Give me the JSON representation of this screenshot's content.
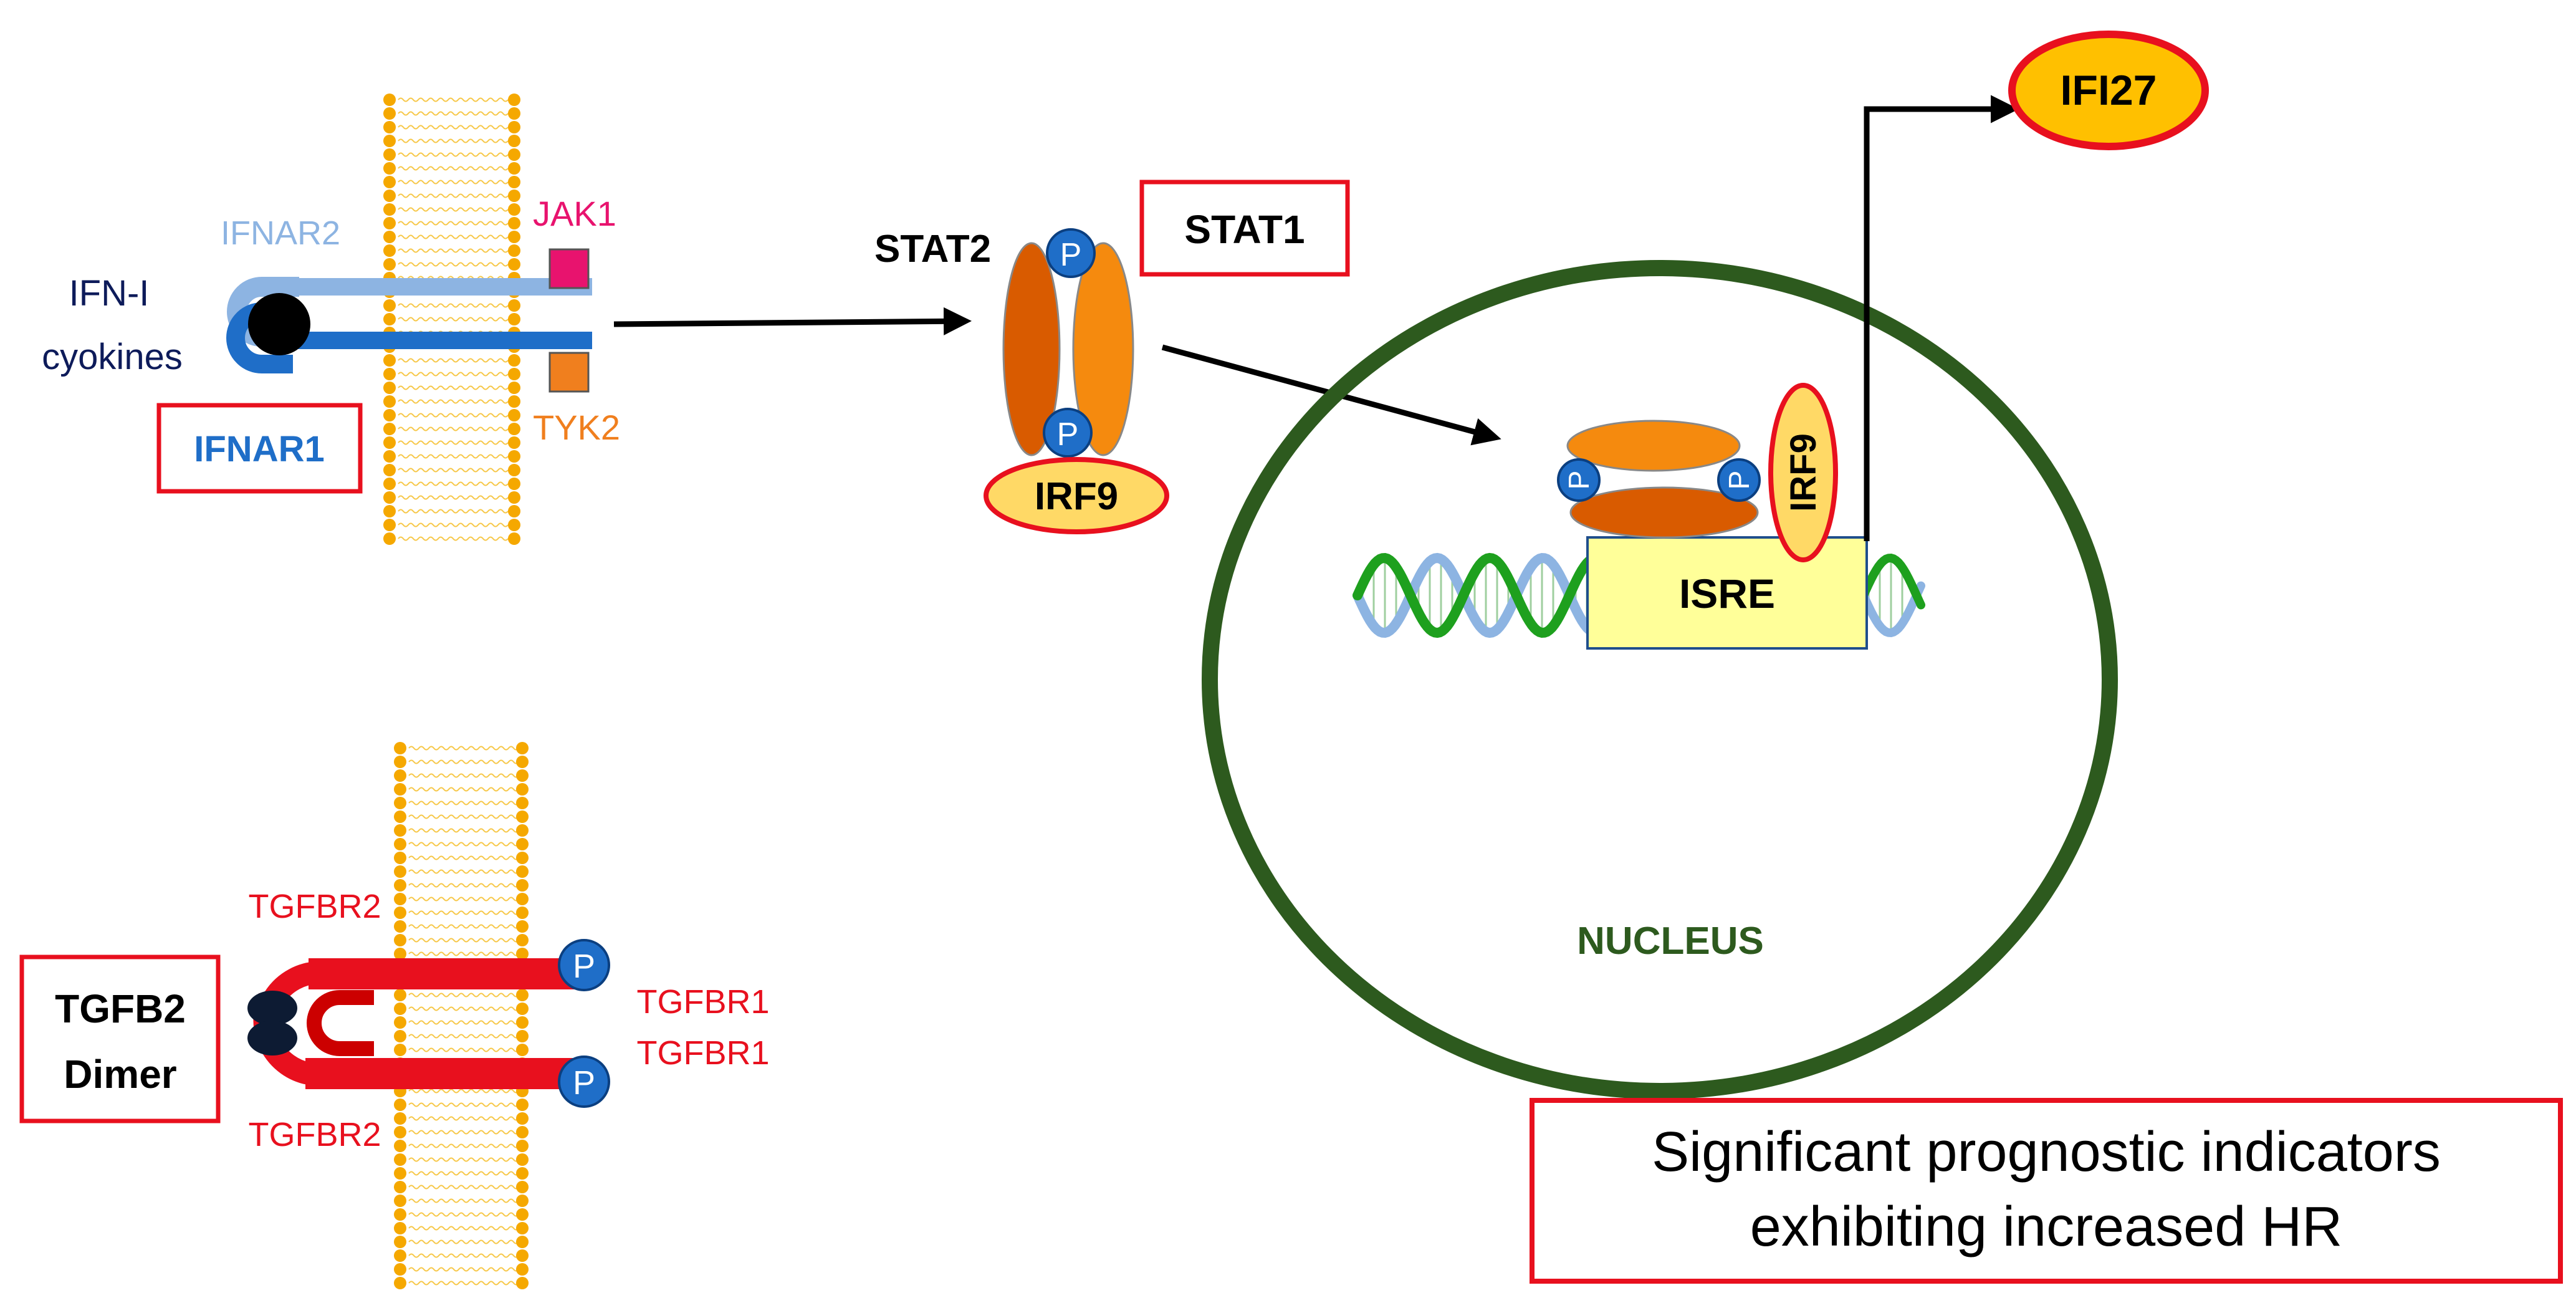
{
  "colors": {
    "membrane_head": "#F5A800",
    "membrane_tail": "#F7C84A",
    "ifnar2": "#8DB4E2",
    "ifnar1": "#1F6EC8",
    "jak1": "#E8136E",
    "tyk2": "#F07F1E",
    "highlight_red": "#E8101E",
    "stat_dark": "#D95B00",
    "stat_light": "#F58A0E",
    "phospho": "#1F6EC8",
    "irf9_fill": "#FFD966",
    "nucleus": "#2D5A1E",
    "isre_fill": "#FFFF99",
    "dna_green": "#1EA01E",
    "dna_blue": "#8DB4E2",
    "ifi27_fill": "#FFC000",
    "tgfbr": "#E8101E",
    "ligand_dark": "#0D1B33"
  },
  "labels": {
    "ifn_line1": "IFN-I",
    "ifn_line2": "cyokines",
    "ifnar2": "IFNAR2",
    "ifnar1": "IFNAR1",
    "jak1": "JAK1",
    "tyk2": "TYK2",
    "stat2": "STAT2",
    "stat1": "STAT1",
    "phospho": "P",
    "irf9": "IRF9",
    "isre": "ISRE",
    "ifi27": "IFI27",
    "nucleus": "NUCLEUS",
    "tgfbr2_top": "TGFBR2",
    "tgfbr2_bottom": "TGFBR2",
    "tgfbr1_top": "TGFBR1",
    "tgfbr1_bottom": "TGFBR1",
    "tgfb2_line1": "TGFB2",
    "tgfb2_line2": "Dimer",
    "legend_line1": "Significant prognostic indicators",
    "legend_line2": "exhibiting increased HR"
  },
  "icons": {
    "membrane": "lipid-bilayer",
    "phospho": "phosphate-circle",
    "dna": "dna-double-helix"
  }
}
